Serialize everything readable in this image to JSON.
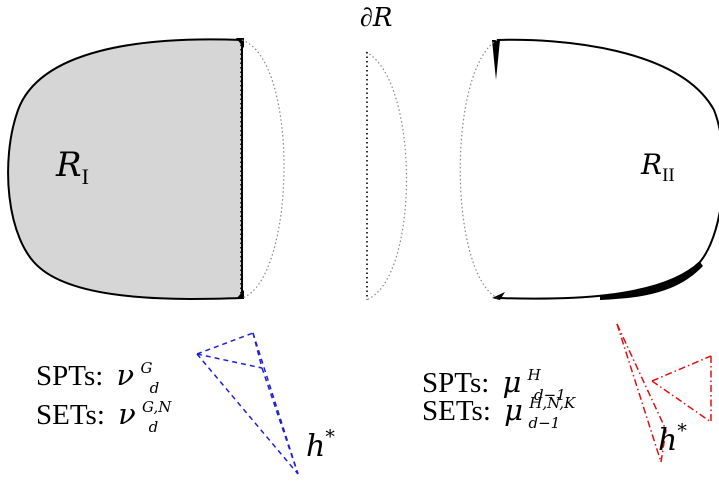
{
  "boundary_label": {
    "symbol": "∂",
    "var": "R"
  },
  "region_left": {
    "var": "R",
    "sub": "I"
  },
  "region_right": {
    "var": "R",
    "sub": "II"
  },
  "left_legend": {
    "spts_prefix": "SPTs:",
    "spts_var": "ν",
    "spts_sub": "d",
    "spts_sup": "G",
    "sets_prefix": "SETs:",
    "sets_var": "ν",
    "sets_sub": "d",
    "sets_sup": "G,N"
  },
  "right_legend": {
    "spts_prefix": "SPTs:",
    "spts_var": "μ",
    "spts_sub": "d−1",
    "spts_sup": "H",
    "sets_prefix": "SETs:",
    "sets_var": "μ",
    "sets_sub": "d−1",
    "sets_sup": "H,N,K"
  },
  "hstar_left": {
    "var": "h",
    "sup": "*"
  },
  "hstar_right": {
    "var": "h",
    "sup": "*"
  },
  "colors": {
    "region_fill": "#d6d6d6",
    "outline": "#000000",
    "dotted": "#888888",
    "blue": "#1f1fd9",
    "red": "#e01010"
  }
}
